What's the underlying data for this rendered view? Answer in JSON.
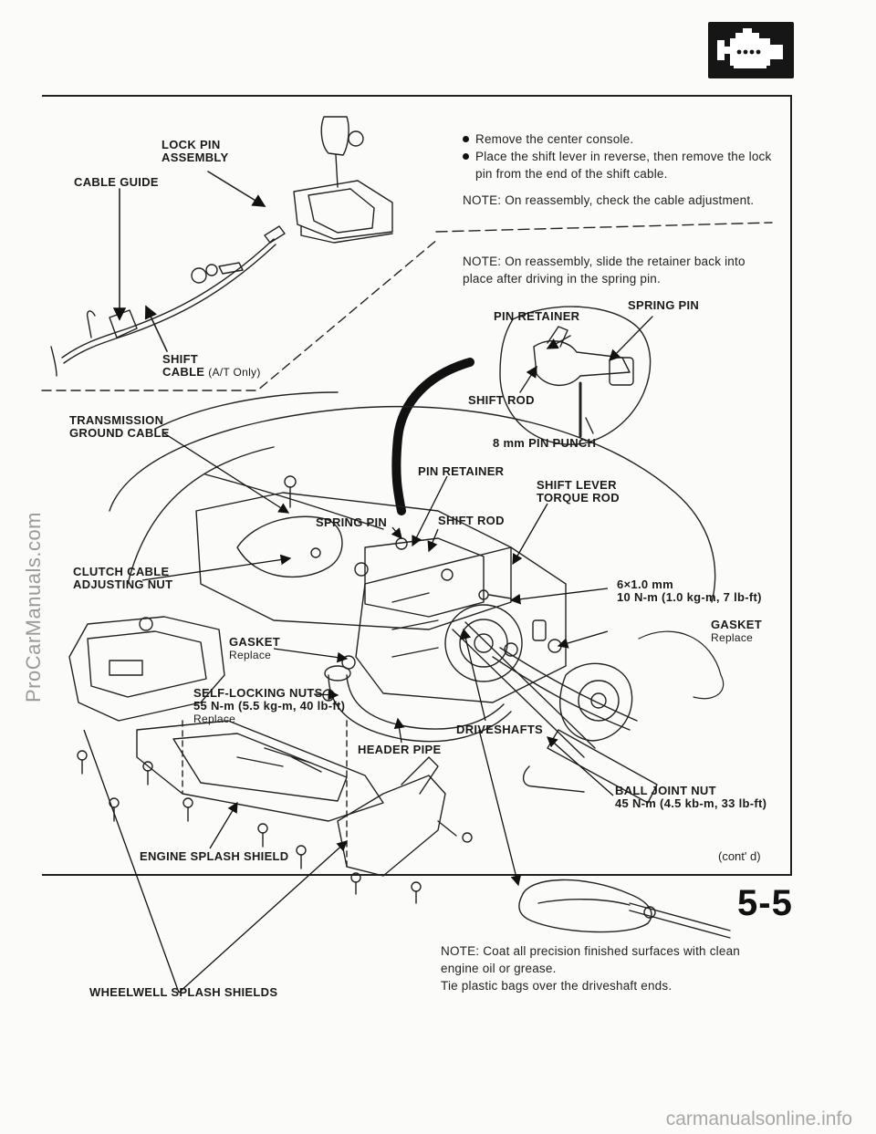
{
  "watermarks": {
    "side": "ProCarManuals.com",
    "bottom": "carmanualsonline.info"
  },
  "section_icon": "engine-section-icon",
  "notes": {
    "bullets": [
      "Remove the center console.",
      "Place the shift lever in reverse, then remove the lock pin from the end of the shift cable."
    ],
    "note1": "NOTE: On reassembly, check the cable adjustment.",
    "note2": "NOTE: On reassembly, slide the retainer back into place after driving in the spring pin.",
    "note3_line1": "NOTE: Coat all precision finished surfaces with clean",
    "note3_line2": "engine oil or grease.",
    "note3_line3": "Tie plastic bags over the driveshaft ends."
  },
  "labels": {
    "lock_pin_assembly_1": "LOCK PIN",
    "lock_pin_assembly_2": "ASSEMBLY",
    "cable_guide": "CABLE GUIDE",
    "shift_cable_1": "SHIFT",
    "shift_cable_2": "CABLE",
    "shift_cable_note": "(A/T Only)",
    "pin_retainer_top": "PIN RETAINER",
    "spring_pin_top": "SPRING PIN",
    "shift_rod_top": "SHIFT ROD",
    "pin_punch": "8 mm PIN PUNCH",
    "transmission_ground_1": "TRANSMISSION",
    "transmission_ground_2": "GROUND CABLE",
    "pin_retainer_mid": "PIN RETAINER",
    "shift_lever_torque_1": "SHIFT LEVER",
    "shift_lever_torque_2": "TORQUE ROD",
    "spring_pin_mid": "SPRING PIN",
    "shift_rod_mid": "SHIFT ROD",
    "clutch_cable_1": "CLUTCH CABLE",
    "clutch_cable_2": "ADJUSTING NUT",
    "bolt_spec_1": "6×1.0 mm",
    "bolt_spec_2": "10 N-m (1.0 kg-m, 7 lb-ft)",
    "gasket_left": "GASKET",
    "gasket_left_replace": "Replace",
    "gasket_right": "GASKET",
    "gasket_right_replace": "Replace",
    "self_locking_1": "SELF-LOCKING NUTS",
    "self_locking_2": "55 N-m (5.5 kg-m, 40 lb-ft)",
    "self_locking_3": "Replace",
    "driveshafts": "DRIVESHAFTS",
    "header_pipe": "HEADER PIPE",
    "ball_joint_1": "BALL JOINT NUT",
    "ball_joint_2": "45 N-m (4.5 kb-m, 33 lb-ft)",
    "engine_splash": "ENGINE SPLASH SHIELD",
    "wheelwell_splash": "WHEELWELL SPLASH SHIELDS"
  },
  "contd": "(cont' d)",
  "page_number": "5-5"
}
